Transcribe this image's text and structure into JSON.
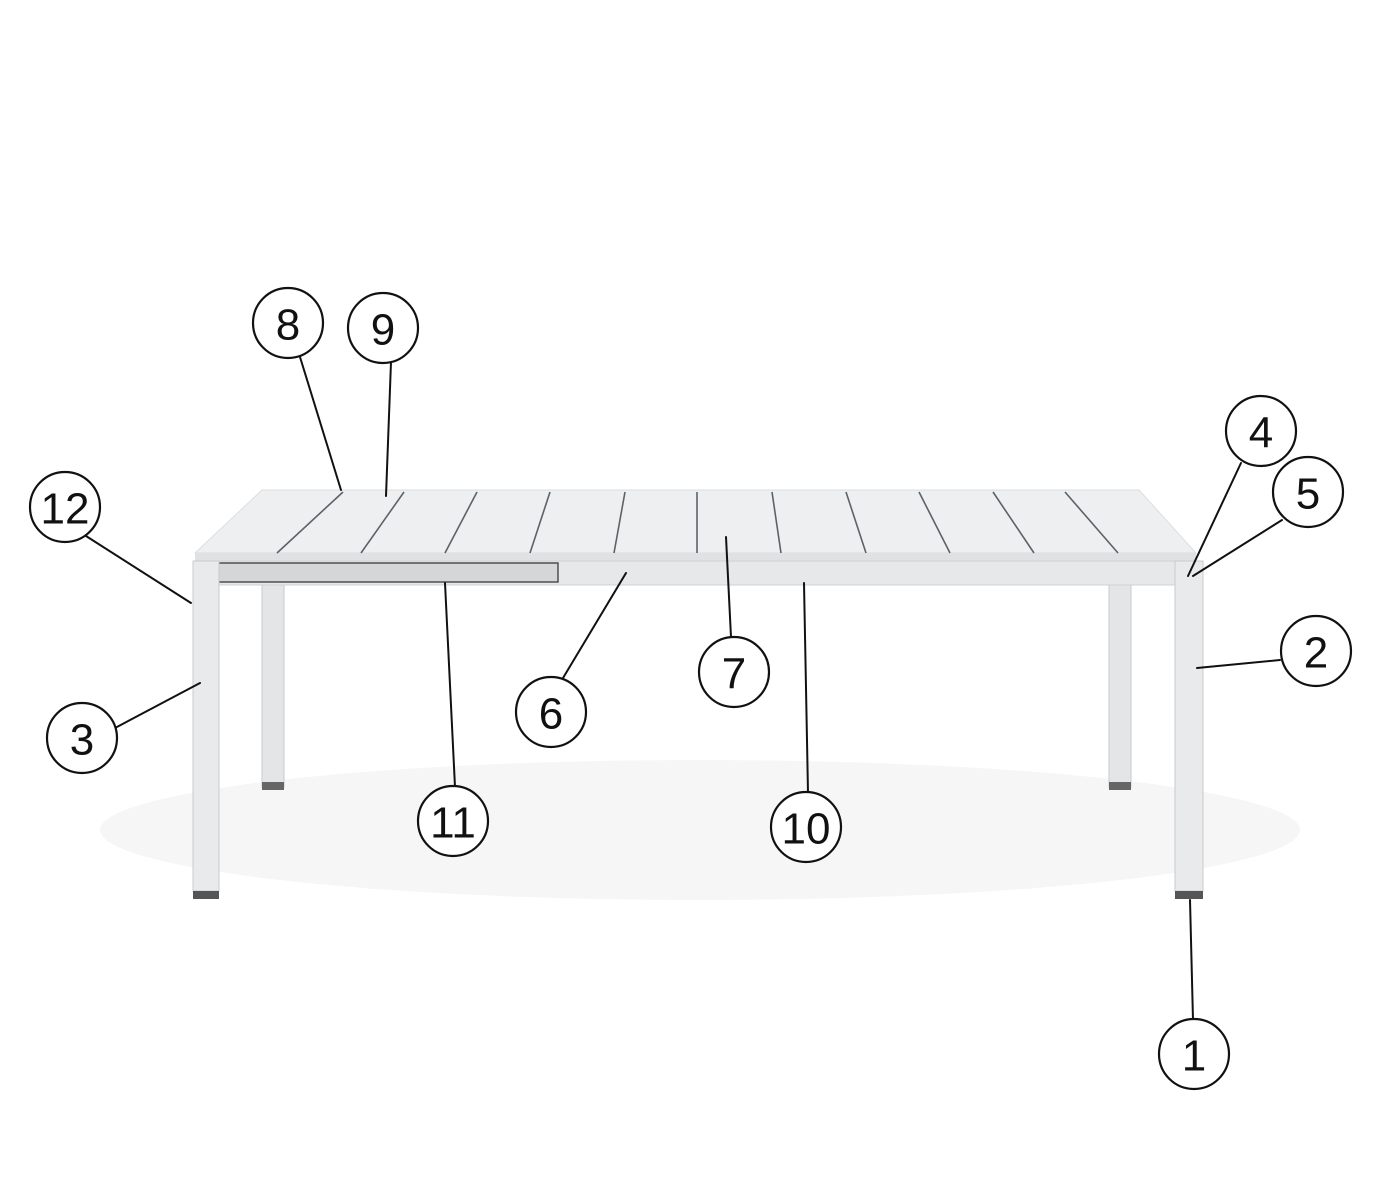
{
  "colors": {
    "background": "#ffffff",
    "table_surface": "#eeeff0",
    "table_shade": "#d6d8da",
    "line": "#111111"
  },
  "callouts": [
    {
      "label": "1",
      "part": "foot"
    },
    {
      "label": "2",
      "part": "leg"
    },
    {
      "label": "3",
      "part": "leg"
    },
    {
      "label": "4",
      "part": "corner"
    },
    {
      "label": "5",
      "part": "frame edge"
    },
    {
      "label": "6",
      "part": "extension slide"
    },
    {
      "label": "7",
      "part": "slat"
    },
    {
      "label": "8",
      "part": "slat gap"
    },
    {
      "label": "9",
      "part": "slat"
    },
    {
      "label": "10",
      "part": "apron"
    },
    {
      "label": "11",
      "part": "extension apron"
    },
    {
      "label": "12",
      "part": "corner"
    }
  ]
}
